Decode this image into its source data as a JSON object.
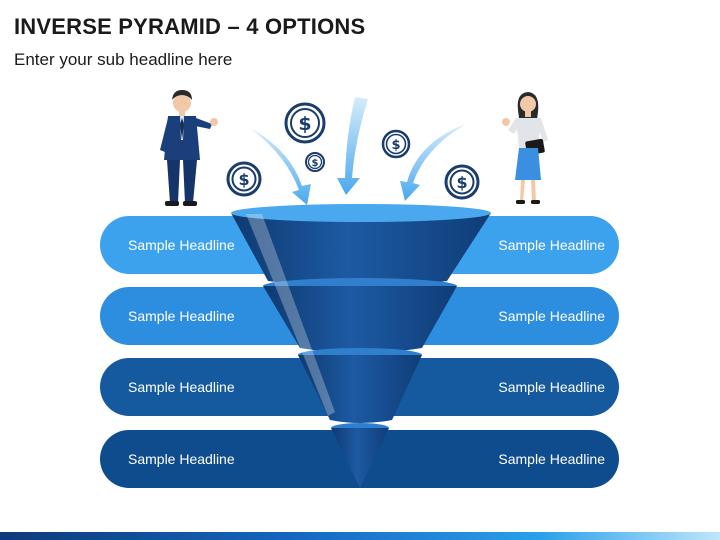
{
  "title": "INVERSE PYRAMID – 4 OPTIONS",
  "subtitle": "Enter your sub headline here",
  "rows": [
    {
      "left": "Sample Headline",
      "right": "Sample Headline",
      "color": "#3da2ee"
    },
    {
      "left": "Sample Headline",
      "right": "Sample Headline",
      "color": "#2d8ee0"
    },
    {
      "left": "Sample Headline",
      "right": "Sample Headline",
      "color": "#155a9e"
    },
    {
      "left": "Sample Headline",
      "right": "Sample Headline",
      "color": "#0f4c8e"
    }
  ],
  "colors": {
    "funnel_body": "#174f94",
    "funnel_dark": "#0e3a70",
    "funnel_top": "#4aa8ee",
    "arrow": "#5cb4f0",
    "coin": "#1a3d6e",
    "bottom_bar": "#1565c0"
  },
  "icons": [
    "businessman",
    "businesswoman",
    "dollar-coin-icon",
    "arrow-down-icon"
  ]
}
